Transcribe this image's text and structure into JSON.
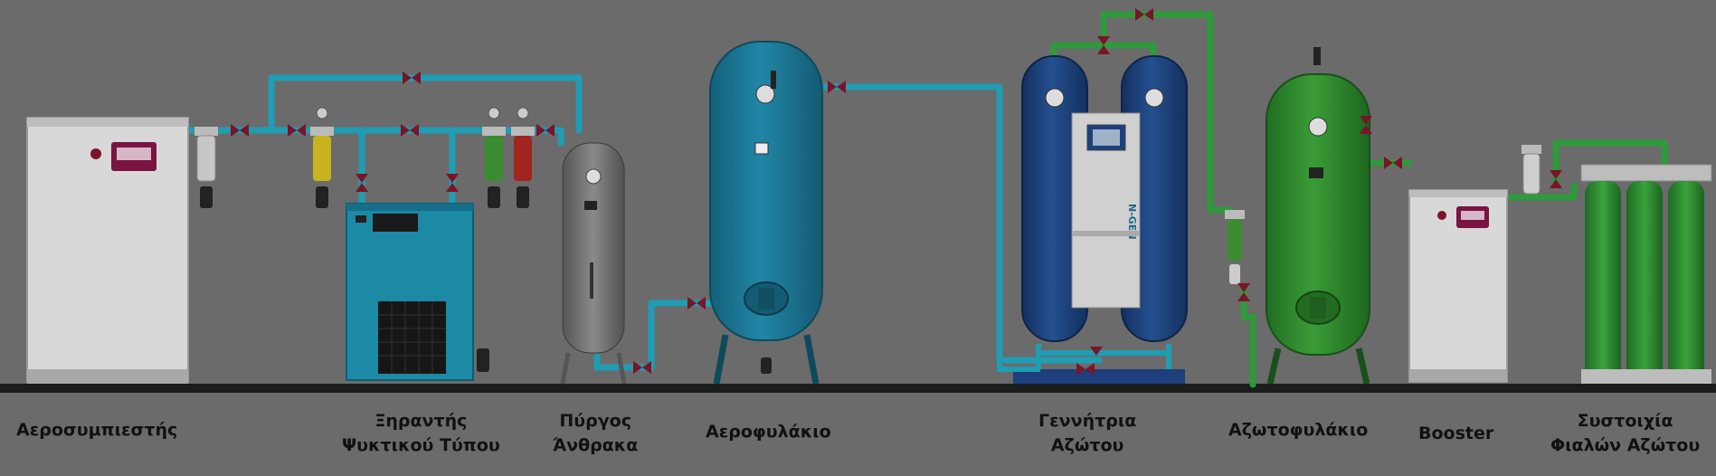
{
  "labels": {
    "compressor": "Αεροσυμπιεστής",
    "dryer_1": "Ξηραντής",
    "dryer_2": "Ψυκτικού Τύπου",
    "carbon_1": "Πύργος",
    "carbon_2": "Άνθρακα",
    "air_receiver": "Αεροφυλάκιο",
    "generator_1": "Γεννήτρια",
    "generator_2": "Αζώτου",
    "nitrogen_receiver": "Αζωτοφυλάκιο",
    "booster": "Booster",
    "bank_1": "Συστοιχία",
    "bank_2": "Φιαλών Αζώτου"
  },
  "equipment": {
    "generator_badge": "N-GEN"
  },
  "colors": {
    "background": "#6b6b6b",
    "air_pipe": "#1f9db4",
    "nitrogen_pipe": "#2f9a3c",
    "air_tank": "#1b7591",
    "nitrogen_tank": "#2c8a2e",
    "generator": "#1d3f7c",
    "valve": "#7a1428",
    "floor": "#1c1c1c"
  }
}
